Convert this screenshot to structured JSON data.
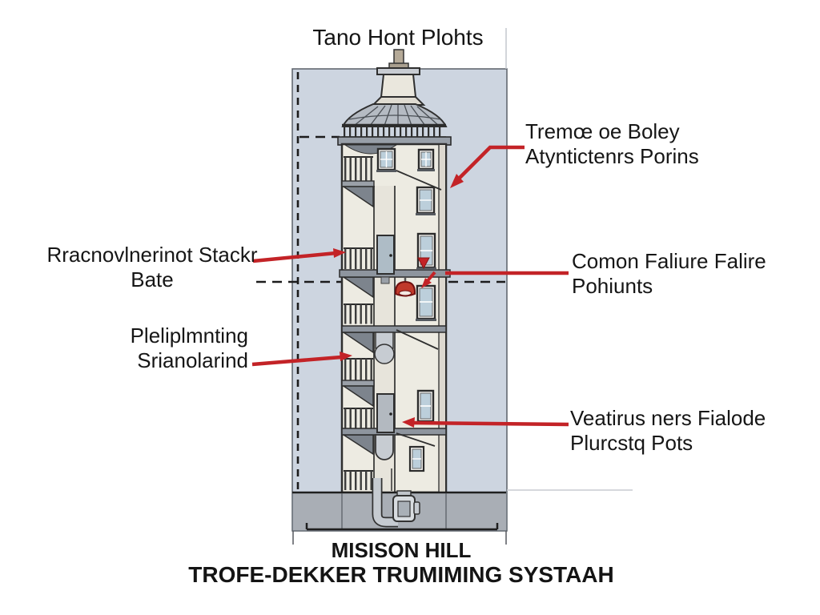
{
  "top_title": "Tano Hont Plohts",
  "annotations": {
    "left_top": {
      "line1": "Rracnovlnerinot Stackr",
      "line2": "Bate"
    },
    "left_middle": {
      "line1": "Pleliplmnting",
      "line2": "Srianolarind"
    },
    "right_top": {
      "line1": "Tremœ oe Boley",
      "line2": "Atyntictenrs Porins"
    },
    "right_middle": {
      "line1": "Comon Faliure Falire",
      "line2": "Pohiunts"
    },
    "right_bottom": {
      "line1": "Veatirus ners Fialode",
      "line2": "Plurcstq Pots"
    }
  },
  "footer": {
    "line1": "MISISON HILL",
    "line2": "TROFE-DEKKER TRUMIMING SYSTAAH"
  },
  "colors": {
    "annotation_red": "#c32327",
    "panel_blue_gray": "#cdd5e0",
    "ground_gray": "#a9aeb5",
    "wall_cream": "#edebe2",
    "roof_gray": "#b5bbc3",
    "band_gray": "#8e959e",
    "glass_blue": "#bccfdb",
    "text": "#161616"
  }
}
